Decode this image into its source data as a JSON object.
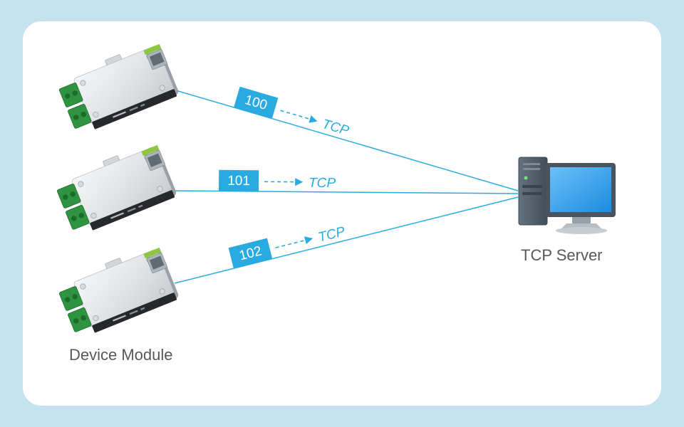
{
  "colors": {
    "background": "#c4e2ef",
    "card": "#ffffff",
    "accent": "#29abe2",
    "caption_text": "#595757",
    "screen_blue": "#2e9df0",
    "terminal_green": "#2f9440",
    "pcb_green": "#8dc63f"
  },
  "connections": [
    {
      "port": "100",
      "protocol": "TCP"
    },
    {
      "port": "101",
      "protocol": "TCP"
    },
    {
      "port": "102",
      "protocol": "TCP"
    }
  ],
  "labels": {
    "device": "Device Module",
    "server": "TCP Server"
  }
}
